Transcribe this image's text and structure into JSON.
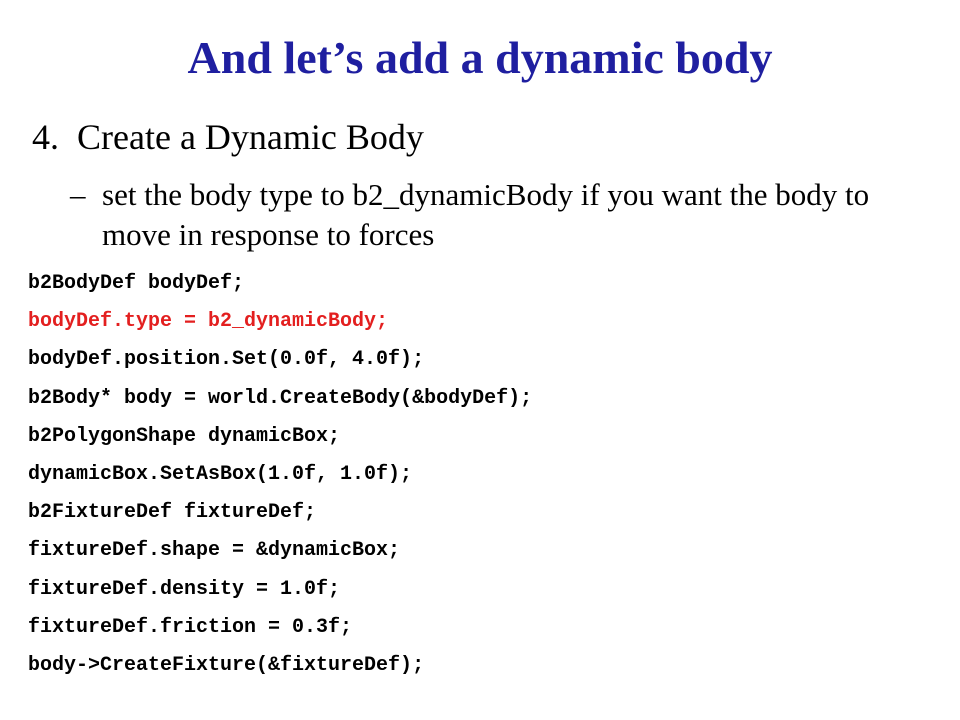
{
  "colors": {
    "title": "#1f1fa0",
    "code_default": "#000000",
    "code_highlight": "#e31f1f",
    "background": "#ffffff"
  },
  "slide": {
    "title": "And let’s add a dynamic body",
    "bullet": {
      "number": "4.",
      "text": "Create a Dynamic Body"
    },
    "subbullet": {
      "dash": "–",
      "text": "set the body type to b2_dynamicBody if you want the body to move in response to forces"
    },
    "code_lines": [
      {
        "text": "b2BodyDef bodyDef;",
        "highlight": false
      },
      {
        "text": "bodyDef.type = b2_dynamicBody;",
        "highlight": true
      },
      {
        "text": "bodyDef.position.Set(0.0f, 4.0f);",
        "highlight": false
      },
      {
        "text": "b2Body* body = world.CreateBody(&bodyDef);",
        "highlight": false
      },
      {
        "text": "b2PolygonShape dynamicBox;",
        "highlight": false
      },
      {
        "text": "dynamicBox.SetAsBox(1.0f, 1.0f);",
        "highlight": false
      },
      {
        "text": "b2FixtureDef fixtureDef;",
        "highlight": false
      },
      {
        "text": "fixtureDef.shape = &dynamicBox;",
        "highlight": false
      },
      {
        "text": "fixtureDef.density = 1.0f;",
        "highlight": false
      },
      {
        "text": "fixtureDef.friction = 0.3f;",
        "highlight": false
      },
      {
        "text": "body->CreateFixture(&fixtureDef);",
        "highlight": false
      }
    ]
  }
}
